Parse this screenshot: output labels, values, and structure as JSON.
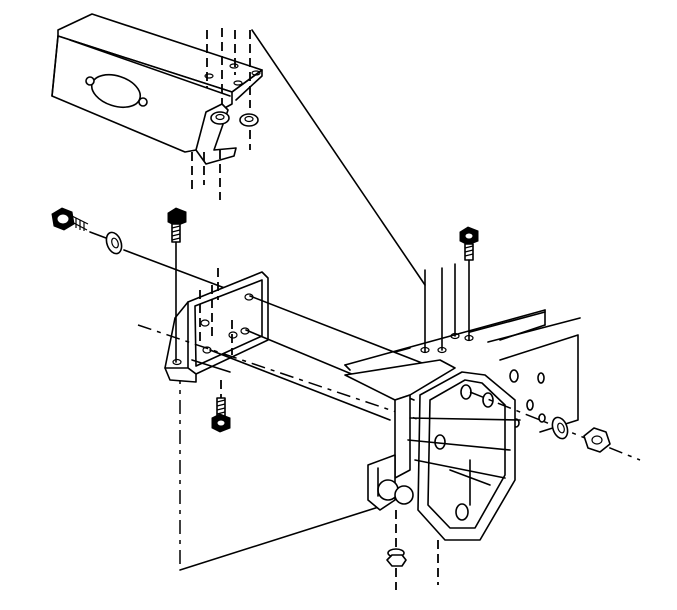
{
  "figure": {
    "parts": [
      "frame-crossmember",
      "frame-rail",
      "mounting-bracket",
      "bumper-bracket",
      "bolt",
      "washer",
      "nut"
    ]
  }
}
